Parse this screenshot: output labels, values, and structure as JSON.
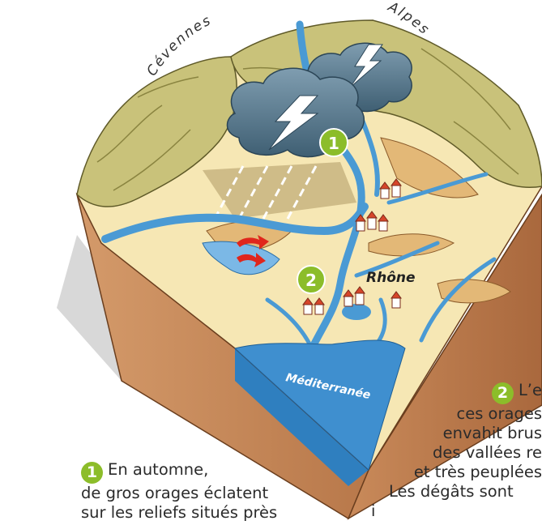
{
  "labels": {
    "cevennes": "Cévennes",
    "alpes": "Alpes",
    "rhone": "Rhône",
    "mediterranee": "Méditerranée"
  },
  "markers": {
    "one": "1",
    "two": "2"
  },
  "caption1": {
    "number": "1",
    "line1": "En automne,",
    "line2": "de gros orages éclatent",
    "line3": "sur les reliefs situés près"
  },
  "caption2": {
    "number": "2",
    "line1": "L’e",
    "line2": "ces orages",
    "line3": "envahit brus",
    "line4": "des vallées re",
    "line5": "et très peuplées",
    "line6": "Les dégâts sont",
    "line7": "i"
  },
  "colors": {
    "earth": "#c98a5a",
    "earth_dark": "#a8653a",
    "plain": "#f6e7b4",
    "hills": "#c9c27a",
    "river": "#4a9ad4",
    "sea": "#3f8fcf",
    "cloud": "#5b7b8f",
    "badge": "#8cbd2a"
  }
}
